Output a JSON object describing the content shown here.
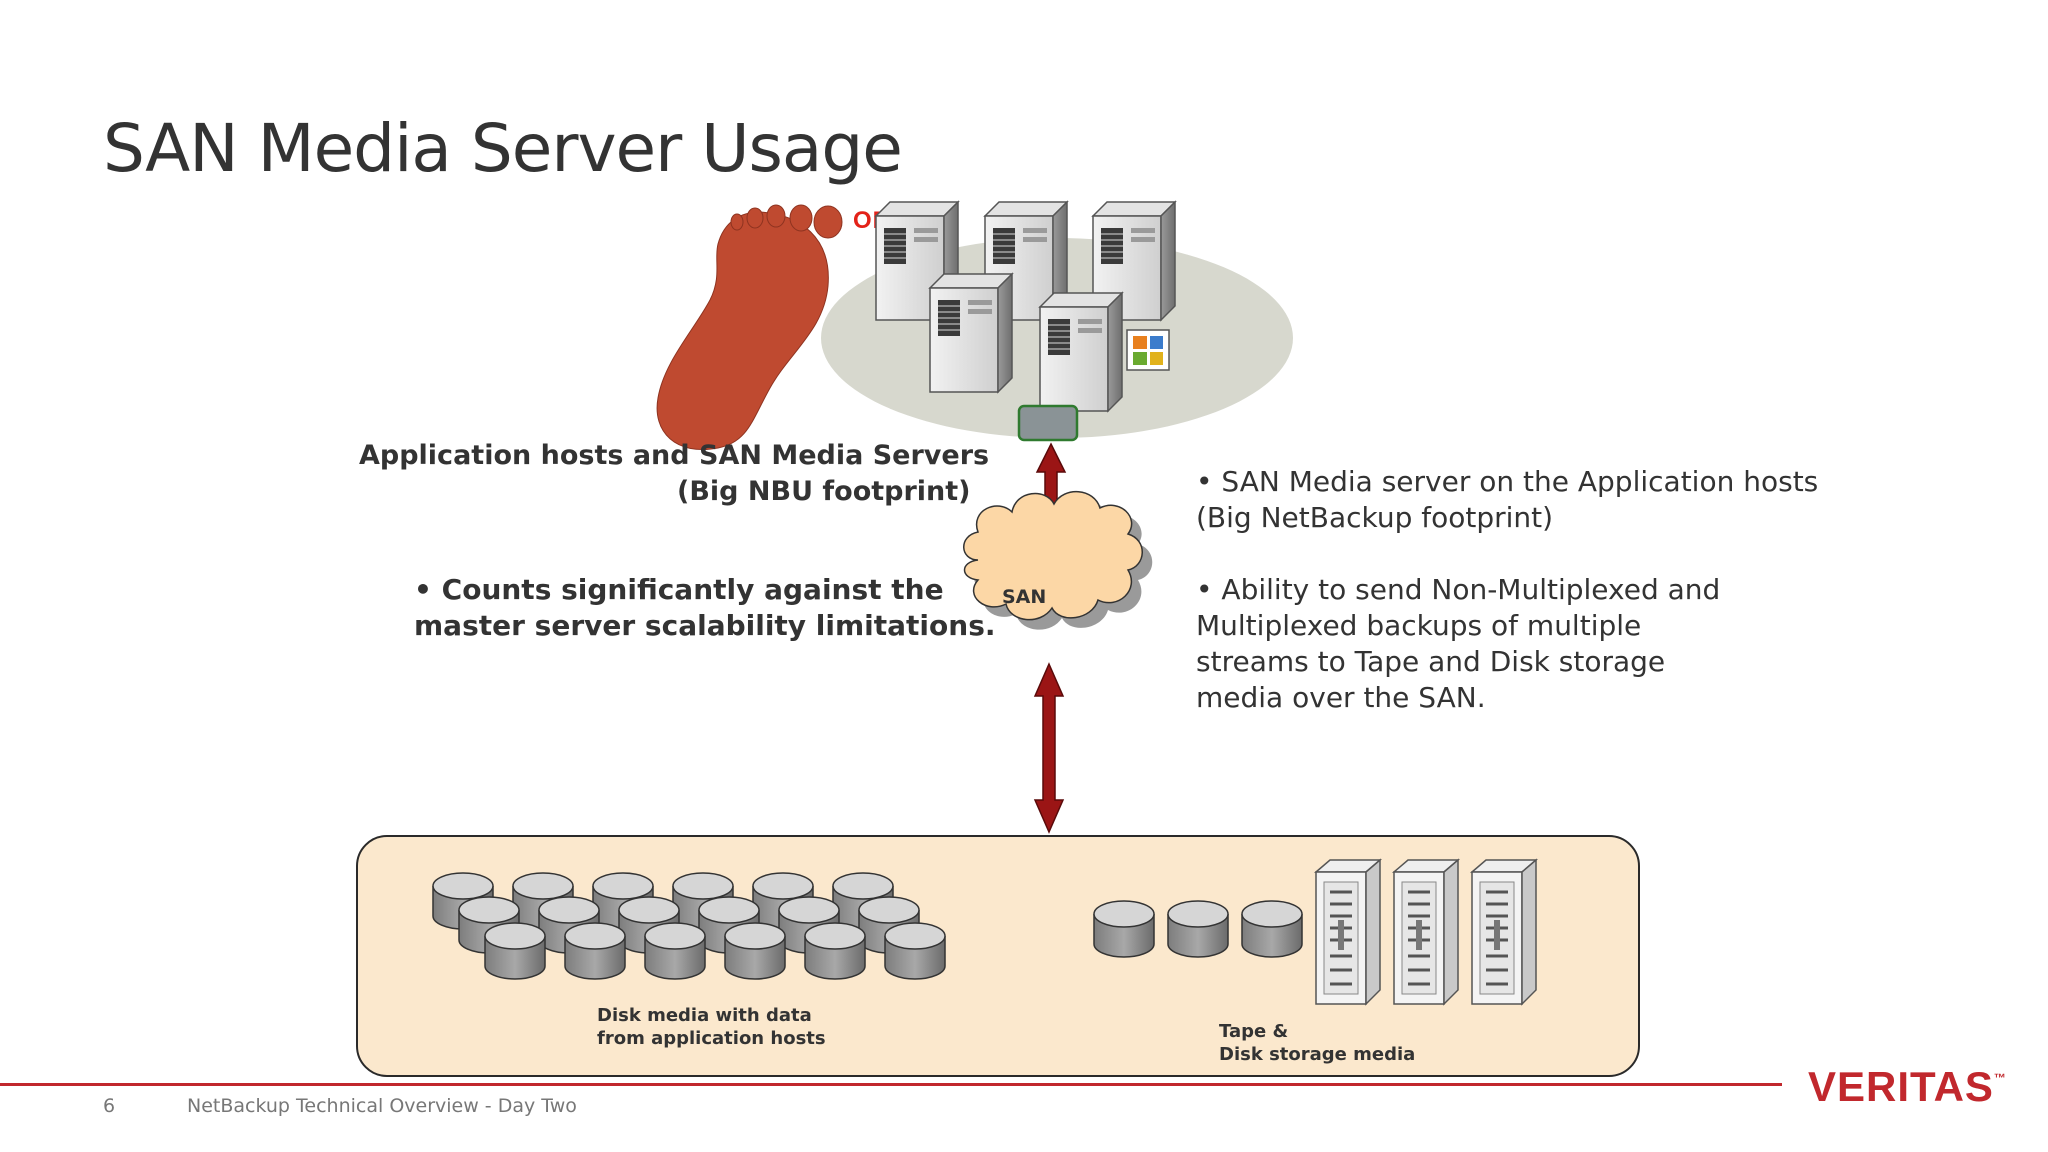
{
  "title": "SAN Media Server Usage",
  "logos": {
    "oracle": "ORACLE"
  },
  "labels": {
    "app_hosts_line1": "Application hosts and SAN Media Servers",
    "app_hosts_line2": "(Big NBU footprint)",
    "san_cloud": "SAN",
    "disk_media_line1": "Disk media with data",
    "disk_media_line2": "from application hosts",
    "tape_line1": "Tape &",
    "tape_line2": "Disk storage media"
  },
  "left_bullet": {
    "bullet": "•",
    "line1": "Counts significantly against the",
    "line2": "master server scalability limitations."
  },
  "right_bullets": [
    {
      "bullet": "•",
      "line1": "SAN Media server on the Application hosts",
      "line2": "(Big NetBackup footprint)"
    },
    {
      "bullet": "•",
      "line1": "Ability to send Non-Multiplexed and",
      "line2": "Multiplexed backups of multiple",
      "line3": "streams to Tape and Disk storage",
      "line4": "media over the SAN."
    }
  ],
  "footer": {
    "page_number": "6",
    "text": "NetBackup Technical Overview - Day Two",
    "brand": "VERITAS",
    "trademark": "™"
  },
  "icons": [
    "footprint-icon",
    "server-icon",
    "office-icon",
    "san-cloud-icon",
    "disk-icon",
    "tape-library-icon",
    "double-arrow-icon"
  ],
  "colors": {
    "accent": "#c1282d",
    "footprint": "#bf4a30",
    "san_cloud": "#fcd7a6",
    "storage_panel": "#fbe8cd",
    "arrow": "#9b1515",
    "hba": "#8a9396"
  }
}
